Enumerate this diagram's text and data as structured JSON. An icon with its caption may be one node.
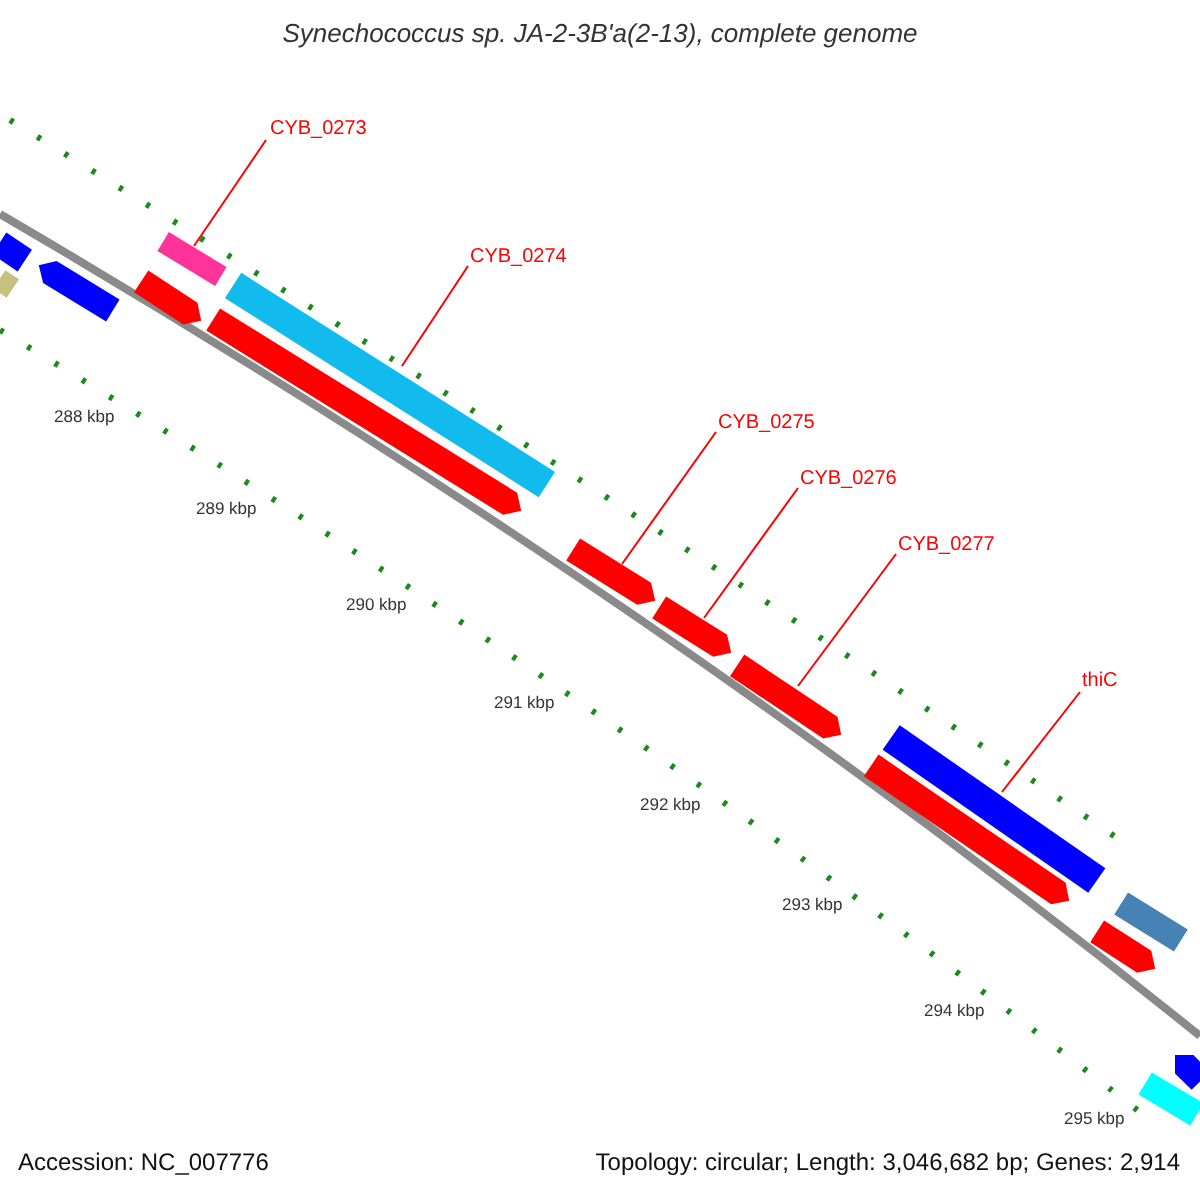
{
  "diagram": {
    "title": "Synechococcus sp. JA-2-3B'a(2-13), complete genome",
    "nodes": [
      {
        "text": [
          "CYB_0273"
        ]
      },
      {
        "text": [],
        "shape": "bar"
      },
      {
        "text": [
          "CYB_0274"
        ]
      },
      {
        "text": [],
        "shape": "bar"
      },
      {
        "text": [
          "CYB_0275"
        ]
      },
      {
        "text": [],
        "shape": "bar"
      },
      {
        "text": [
          "CYB_0276"
        ]
      },
      {
        "text": [],
        "shape": "bar"
      },
      {
        "text": [
          "CYB_0277"
        ]
      },
      {
        "text": [],
        "shape": "bar"
      },
      {
        "text": [
          "thiC"
        ]
      },
      {
        "text": [],
        "shape": "bar"
      },
      {
        "text": [],
        "shape": "bar"
      },
      {
        "text": [],
        "shape": "bar"
      },
      {
        "text": [],
        "shape": "bar"
      },
      {
        "text": [],
        "shape": "bar"
      },
      {
        "text": [],
        "shape": "bar"
      },
      {
        "text": [],
        "shape": "bar"
      },
      {
        "text": [],
        "shape": "bar"
      },
      {
        "text": [],
        "shape": "bar"
      },
      {
        "text": [],
        "shape": "bar"
      },
      {
        "text": [],
        "shape": "bar"
      }
    ],
    "edges": [
      {
        "from": 0,
        "to": 1,
        "arrow": "none"
      },
      {
        "from": 2,
        "to": 3,
        "arrow": "none"
      },
      {
        "from": 4,
        "to": 5,
        "arrow": "none"
      },
      {
        "from": 6,
        "to": 7,
        "arrow": "none"
      },
      {
        "from": 8,
        "to": 9,
        "arrow": "none"
      },
      {
        "from": 10,
        "to": 11,
        "arrow": "none"
      }
    ],
    "labels": [
      "288 kbp",
      "289 kbp",
      "290 kbp",
      "291 kbp",
      "292 kbp",
      "293 kbp",
      "294 kbp",
      "295 kbp",
      "Accession: NC_007776",
      "Topology: circular; Length: 3,046,682 bp; Genes: 2,914"
    ]
  }
}
